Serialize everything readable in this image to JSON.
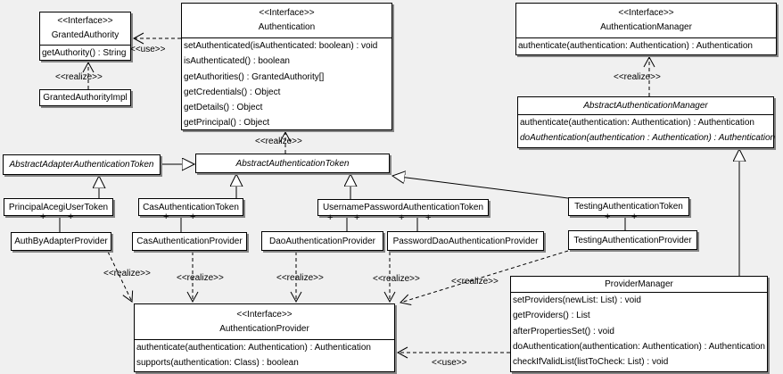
{
  "labels": {
    "realize": "<<realize>>",
    "use": "<<use>>",
    "plus": "+",
    "interface_stereotype": "<<Interface>>"
  },
  "classes": {
    "granted_authority": {
      "stereotype": "<<Interface>>",
      "name": "GrantedAuthority",
      "methods": [
        "getAuthority() : String"
      ]
    },
    "granted_authority_impl": {
      "name": "GrantedAuthorityImpl"
    },
    "authentication": {
      "stereotype": "<<Interface>>",
      "name": "Authentication",
      "methods": [
        "setAuthenticated(isAuthenticated: boolean) : void",
        "isAuthenticated() : boolean",
        "getAuthorities() : GrantedAuthority[]",
        "getCredentials() : Object",
        "getDetails() : Object",
        "getPrincipal() : Object"
      ]
    },
    "authentication_manager": {
      "stereotype": "<<Interface>>",
      "name": "AuthenticationManager",
      "methods": [
        "authenticate(authentication: Authentication) : Authentication"
      ]
    },
    "abstract_authentication_manager": {
      "name": "AbstractAuthenticationManager",
      "methods": [
        "authenticate(authentication: Authentication) : Authentication",
        "doAuthentication(authentication : Authentication) : Authentication"
      ]
    },
    "abstract_adapter_authentication_token": {
      "name": "AbstractAdapterAuthenticationToken"
    },
    "abstract_authentication_token": {
      "name": "AbstractAuthenticationToken"
    },
    "principal_acegi_user_token": {
      "name": "PrincipalAcegiUserToken"
    },
    "cas_authentication_token": {
      "name": "CasAuthenticationToken"
    },
    "username_password_authentication_token": {
      "name": "UsernamePasswordAuthenticationToken"
    },
    "testing_authentication_token": {
      "name": "TestingAuthenticationToken"
    },
    "auth_by_adapter_provider": {
      "name": "AuthByAdapterProvider"
    },
    "cas_authentication_provider": {
      "name": "CasAuthenticationProvider"
    },
    "dao_authentication_provider": {
      "name": "DaoAuthenticationProvider"
    },
    "password_dao_authentication_provider": {
      "name": "PasswordDaoAuthenticationProvider"
    },
    "testing_authentication_provider": {
      "name": "TestingAuthenticationProvider"
    },
    "authentication_provider": {
      "stereotype": "<<Interface>>",
      "name": "AuthenticationProvider",
      "methods": [
        "authenticate(authentication: Authentication) : Authentication",
        "supports(authentication: Class) : boolean"
      ]
    },
    "provider_manager": {
      "name": "ProviderManager",
      "methods": [
        "setProviders(newList: List) : void",
        "getProviders() : List",
        "afterPropertiesSet() : void",
        "doAuthentication(authentication: Authentication) : Authentication",
        "checkIfValidList(listToCheck: List) : void"
      ]
    }
  },
  "relationships": [
    {
      "from": "Authentication",
      "to": "GrantedAuthority",
      "type": "use",
      "label": "<<use>>"
    },
    {
      "from": "GrantedAuthorityImpl",
      "to": "GrantedAuthority",
      "type": "realize",
      "label": "<<realize>>"
    },
    {
      "from": "AbstractAuthenticationToken",
      "to": "Authentication",
      "type": "realize",
      "label": "<<realize>>"
    },
    {
      "from": "AbstractAuthenticationManager",
      "to": "AuthenticationManager",
      "type": "realize",
      "label": "<<realize>>"
    },
    {
      "from": "AbstractAdapterAuthenticationToken",
      "to": "AbstractAuthenticationToken",
      "type": "generalization"
    },
    {
      "from": "PrincipalAcegiUserToken",
      "to": "AbstractAdapterAuthenticationToken",
      "type": "generalization"
    },
    {
      "from": "CasAuthenticationToken",
      "to": "AbstractAuthenticationToken",
      "type": "generalization"
    },
    {
      "from": "UsernamePasswordAuthenticationToken",
      "to": "AbstractAuthenticationToken",
      "type": "generalization"
    },
    {
      "from": "TestingAuthenticationToken",
      "to": "AbstractAuthenticationToken",
      "type": "generalization"
    },
    {
      "from": "ProviderManager",
      "to": "AbstractAuthenticationManager",
      "type": "generalization"
    },
    {
      "from": "PrincipalAcegiUserToken",
      "to": "AuthByAdapterProvider",
      "type": "association",
      "end_labels": [
        "+",
        "+"
      ]
    },
    {
      "from": "CasAuthenticationToken",
      "to": "CasAuthenticationProvider",
      "type": "association",
      "end_labels": [
        "+",
        "+"
      ]
    },
    {
      "from": "UsernamePasswordAuthenticationToken",
      "to": "DaoAuthenticationProvider",
      "type": "association",
      "end_labels": [
        "+",
        "+"
      ]
    },
    {
      "from": "UsernamePasswordAuthenticationToken",
      "to": "PasswordDaoAuthenticationProvider",
      "type": "association",
      "end_labels": [
        "+",
        "+"
      ]
    },
    {
      "from": "TestingAuthenticationToken",
      "to": "TestingAuthenticationProvider",
      "type": "association",
      "end_labels": [
        "+",
        "+"
      ]
    },
    {
      "from": "AuthByAdapterProvider",
      "to": "AuthenticationProvider",
      "type": "realize",
      "label": "<<realize>>"
    },
    {
      "from": "CasAuthenticationProvider",
      "to": "AuthenticationProvider",
      "type": "realize",
      "label": "<<realize>>"
    },
    {
      "from": "DaoAuthenticationProvider",
      "to": "AuthenticationProvider",
      "type": "realize",
      "label": "<<realize>>"
    },
    {
      "from": "PasswordDaoAuthenticationProvider",
      "to": "AuthenticationProvider",
      "type": "realize",
      "label": "<<realize>>"
    },
    {
      "from": "TestingAuthenticationProvider",
      "to": "AuthenticationProvider",
      "type": "realize",
      "label": "<<realize>>"
    },
    {
      "from": "ProviderManager",
      "to": "AuthenticationProvider",
      "type": "use",
      "label": "<<use>>"
    }
  ]
}
